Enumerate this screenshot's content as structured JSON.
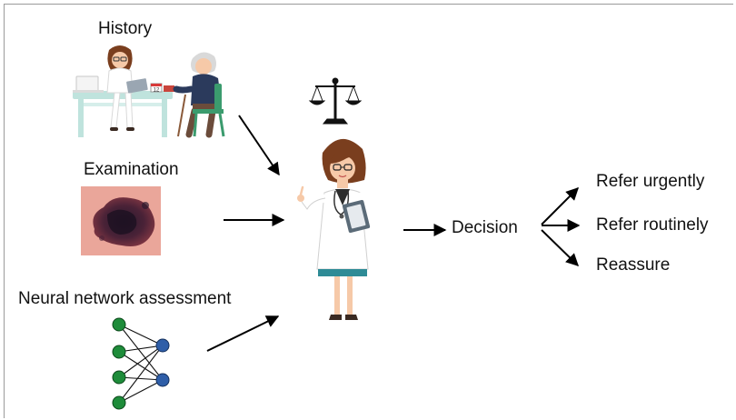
{
  "inputs": {
    "history": "History",
    "examination": "Examination",
    "neural": "Neural network assessment"
  },
  "decision": "Decision",
  "outcomes": [
    "Refer urgently",
    "Refer routinely",
    "Reassure"
  ],
  "calendar_day": "12",
  "colors": {
    "arrow": "#000000",
    "node_green": "#1e8c3a",
    "node_blue": "#2f5ea8",
    "frame": "#9a9a9a",
    "coat": "#ffffff",
    "hair": "#7a3e1e",
    "skin": "#f6c9a8",
    "table": "#cfe8e4",
    "lesion_skin": "#e39a8f"
  },
  "icons": [
    "balance-scale-icon",
    "doctor-icon",
    "patient-icon",
    "laptop-icon",
    "calendar-icon"
  ]
}
